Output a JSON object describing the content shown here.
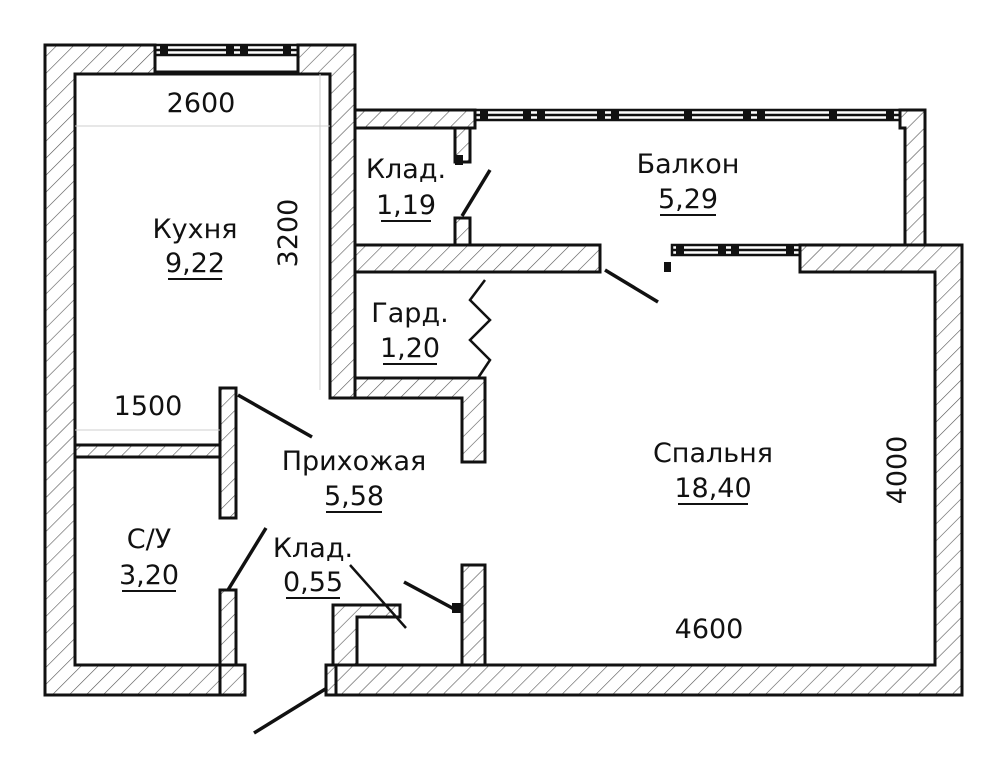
{
  "rooms": {
    "kitchen": {
      "name": "Кухня",
      "area": "9,22"
    },
    "storage1": {
      "name": "Клад.",
      "area": "1,19"
    },
    "balcony": {
      "name": "Балкон",
      "area": "5,29"
    },
    "wardrobe": {
      "name": "Гард.",
      "area": "1,20"
    },
    "hallway": {
      "name": "Прихожая",
      "area": "5,58"
    },
    "bedroom": {
      "name": "Спальня",
      "area": "18,40"
    },
    "bathroom": {
      "name": "С/У",
      "area": "3,20"
    },
    "storage2": {
      "name": "Клад.",
      "area": "0,55"
    }
  },
  "dimensions": {
    "kitchen_width": "2600",
    "kitchen_depth": "3200",
    "kitchen_bottom": "1500",
    "bedroom_depth": "4000",
    "bedroom_width": "4600"
  },
  "colors": {
    "line": "#111111",
    "background": "#ffffff"
  }
}
